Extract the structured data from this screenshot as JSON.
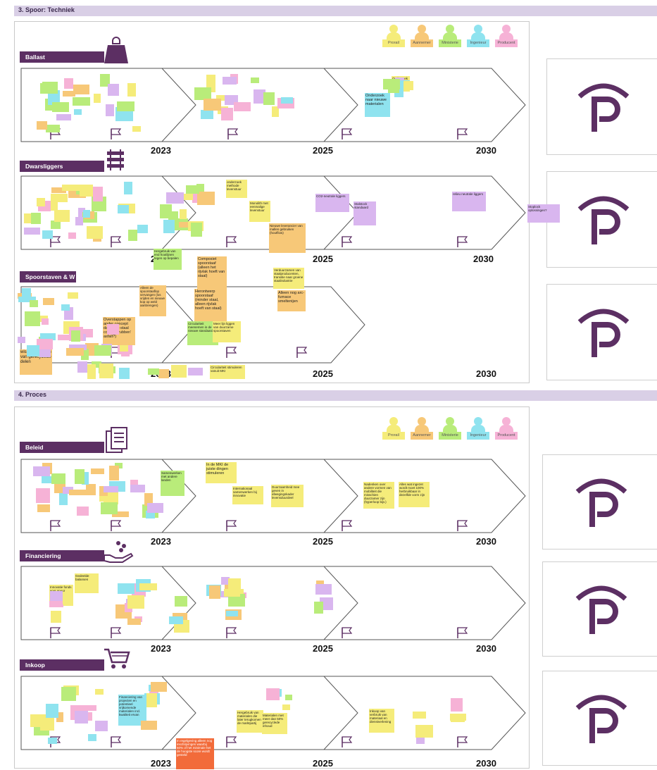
{
  "sections": {
    "techniek": "3. Spoor: Techniek",
    "proces": "4. Proces"
  },
  "legend": [
    {
      "label": "Prorail",
      "color": "#f5ec7a"
    },
    {
      "label": "Aannemer",
      "color": "#f7c878"
    },
    {
      "label": "Ministerie",
      "color": "#b9ec7a"
    },
    {
      "label": "Ingenieur",
      "color": "#8fe3ef"
    },
    {
      "label": "Producent",
      "color": "#f6b2d6"
    }
  ],
  "years": {
    "y1": "2023",
    "y2": "2025",
    "y3": "2030"
  },
  "lanes": {
    "ballast": "Ballast",
    "dwarsliggers": "Dwarsliggers",
    "spoorstaven": "Spoorstaven & W",
    "beleid": "Beleid",
    "financiering": "Financiering",
    "inkoop": "Inkoop"
  },
  "icons": {
    "ballast": "weight-icon",
    "dwarsliggers": "sleepers-icon",
    "beleid": "documents-icon",
    "financiering": "hand-coins-icon",
    "inkoop": "shopping-cart-icon",
    "logo": "prorail-logo-icon"
  },
  "notes": {
    "ballast_a": "Onderzoek naar nieuwe materialen",
    "ballast_b": "Onderzoek naar minder gerecycled ballast",
    "dwars_a": "CO2-neutrale liggers",
    "dwars_b": "Stalstock standaard",
    "dwars_c": "relieu neutrale liggers",
    "dwars_d": "Stoplock oplossingen?",
    "dwars_e": "onderzoek methode levenstuur",
    "dwars_f": "Monolith met eenmalige levenstuur",
    "dwars_g": "Hergebruik van end houtlijnen tegen op bepalen",
    "dwars_h": "Nieuwe leverancier van mallen gebruiken (houtflow)",
    "spoor_a": "Composiet spoorstaaf (alleen het rijvlak hoeft van staal)",
    "spoor_b": "Herontwerp spoorstaaf (minder staal, alleen rijvlak hoeft van staal)",
    "spoor_c": "Verduurzamen van staalproducenten, transitie naar groene staalindustrie",
    "spoor_d": "Alleen nog arc-furnace smeltenijen",
    "spoor_e": "Alleen de spoorstaaflop vervangen (los vrijden en nieuwe kop op weld aanbrengen)",
    "spoor_f": "Overstappen op ander concept dan staal-staal contact (rubber/ asfalt?)",
    "spoor_g": "wissels voorzien van gerecyclede delen",
    "spoor_h": "Circulariteit meenemen in de nieuwe standaard",
    "spoor_i": "Meer lijn liggen van duurzame spoorstaven",
    "spoor_j": "Circulariteit stimuleren vanuit MKI",
    "beleid_a": "In de MKI de juiste dingen stimuleren",
    "beleid_b": "Samenwerken met andere landen",
    "beleid_c": "Internationaal samenwerken bij innovatie",
    "beleid_d": "Duurzaamheid mee geven in afwegingskader levensduurdeel",
    "beleid_e": "Nadenken over andere vormen van mobiliteit die misschien duurzamer zijn (hyperloop bijv.)",
    "beleid_f": "Alles wat ingezet wordt moet 100% herbruikbaar in dezelfde vorm zijn",
    "fin_a": "Innovatie fonds voor spoor",
    "fin_b": "Gedeelde balansen",
    "inkoop_a": "Financiering van projecten en potentieel vrijkomende materialen incl. kwaliteit ervan",
    "inkoop_b": "In regelgeving alleen nog inschrijvingen waarbij 50% of het minimale het de hoogste score wordt gesteld",
    "inkoop_c": "Inkoop van verbruik van materiaal en dienstverlening",
    "inkoop_d": "Hergebruik van materialen die later terugkomen de marktpartij",
    "inkoop_e": "Materialen met meer dan 50% gerecyclede inhoud"
  }
}
